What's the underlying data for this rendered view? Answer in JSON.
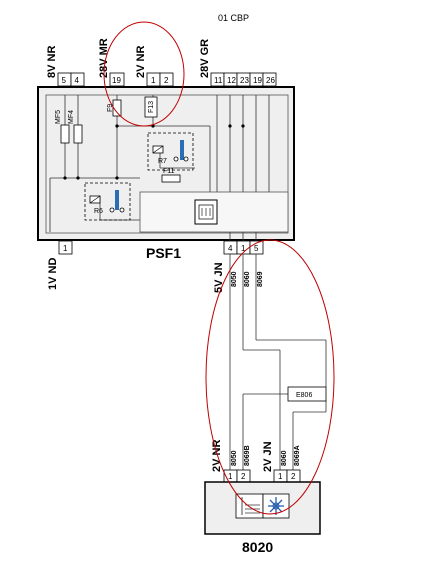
{
  "header": {
    "title": "01 CBP"
  },
  "module": {
    "name": "PSF1",
    "top_groups": [
      {
        "label": "8V NR",
        "pins": [
          "5",
          "4"
        ]
      },
      {
        "label": "28V MR",
        "pins": [
          "19"
        ]
      },
      {
        "label": "2V NR",
        "pins": [
          "1",
          "2"
        ]
      },
      {
        "label": "28V GR",
        "pins": [
          "11",
          "12",
          "23",
          "19",
          "26"
        ]
      }
    ],
    "bottom_left": {
      "label": "1V ND",
      "pins": [
        "1"
      ]
    },
    "bottom_right": {
      "label": "5V JN",
      "pins": [
        "4",
        "1",
        "5"
      ]
    },
    "fuses": [
      "MF5",
      "MF4",
      "F9",
      "F13",
      "F11"
    ],
    "relays": [
      "R7",
      "R6"
    ]
  },
  "wires": {
    "top": [
      "8050",
      "8060",
      "8069"
    ],
    "bottom": [
      "8050",
      "8069B",
      "8060",
      "8069A"
    ]
  },
  "splice": {
    "label": "E806"
  },
  "component": {
    "name": "8020",
    "connectors": [
      {
        "label": "2V NR",
        "pins": [
          "1",
          "2"
        ]
      },
      {
        "label": "2V JN",
        "pins": [
          "1",
          "2"
        ]
      }
    ]
  }
}
